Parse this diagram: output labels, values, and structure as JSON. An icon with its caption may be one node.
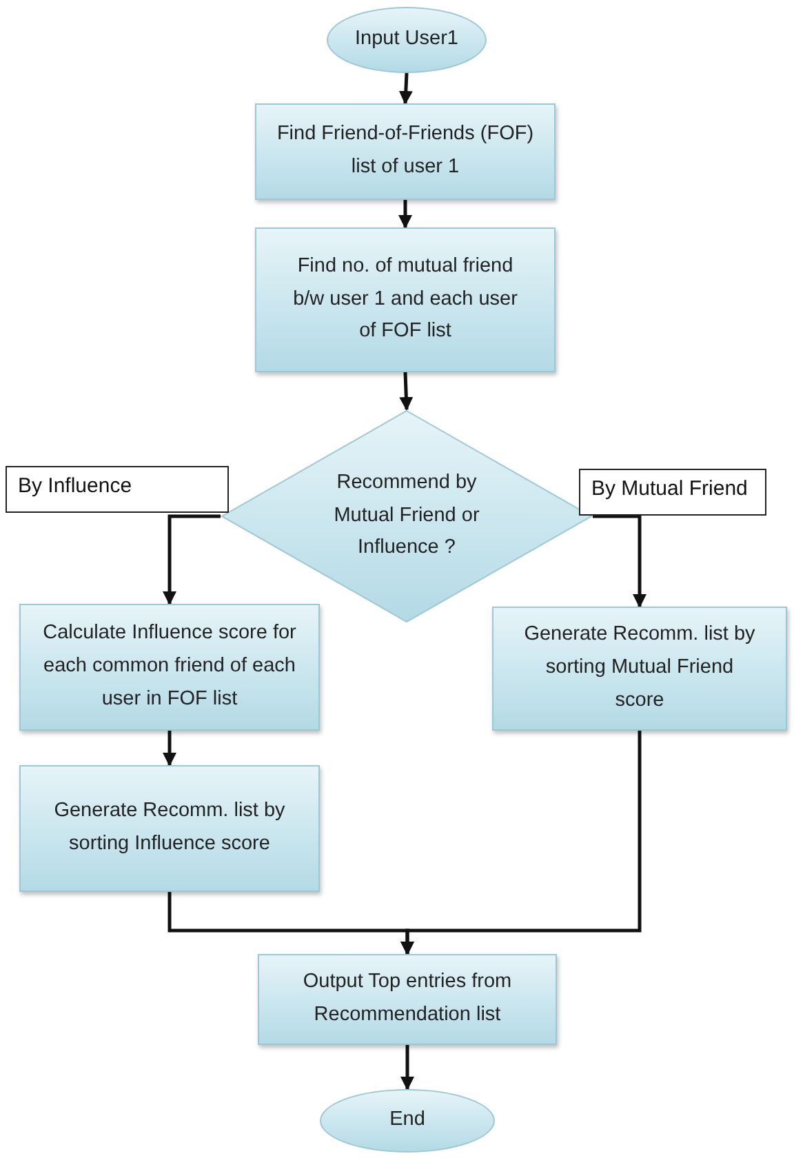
{
  "diagram": {
    "nodes": [
      {
        "text": [
          "Input User1"
        ]
      },
      {
        "text": [
          "Find Friend-of-Friends (FOF) list of user 1"
        ]
      },
      {
        "text": [
          "Find no. of mutual friend b/w user 1 and each user of FOF list"
        ]
      },
      {
        "text": [
          "Recommend by Mutual Friend or Influence ?"
        ]
      },
      {
        "text": [
          "Calculate Influence score for each common friend of each user in FOF list"
        ]
      },
      {
        "text": [
          "Generate Recomm. list by sorting Influence score"
        ]
      },
      {
        "text": [
          "Generate Recomm. list by sorting Mutual Friend score"
        ]
      },
      {
        "text": [
          "Output Top entries from Recommendation list"
        ]
      },
      {
        "text": [
          "End"
        ]
      }
    ],
    "edges": [
      {
        "from": 0,
        "to": 1,
        "arrow": "to"
      },
      {
        "from": 1,
        "to": 2,
        "arrow": "to"
      },
      {
        "from": 2,
        "to": 3,
        "arrow": "to"
      },
      {
        "from": 3,
        "to": 4,
        "arrow": "to",
        "label": "By Influence"
      },
      {
        "from": 3,
        "to": 6,
        "arrow": "to",
        "label": "By Mutual Friend"
      },
      {
        "from": 4,
        "to": 5,
        "arrow": "to"
      },
      {
        "from": 5,
        "to": 7,
        "arrow": "to"
      },
      {
        "from": 6,
        "to": 7,
        "arrow": "to"
      },
      {
        "from": 7,
        "to": 8,
        "arrow": "to"
      }
    ]
  }
}
